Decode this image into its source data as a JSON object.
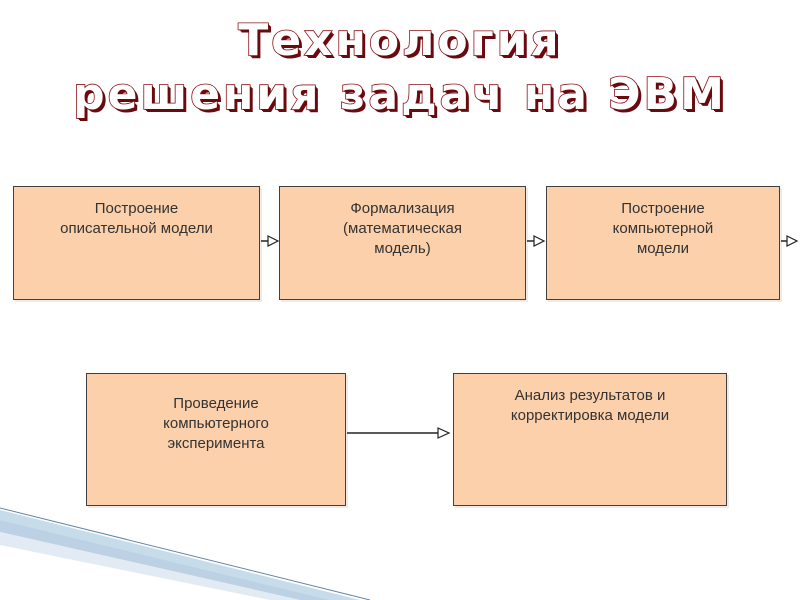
{
  "title": {
    "line1": "Технология",
    "line2": "решения  задач  на ЭВМ"
  },
  "steps": [
    {
      "lines": [
        "Построение",
        "описательной модели"
      ]
    },
    {
      "lines": [
        "Формализация",
        "(математическая",
        "модель)"
      ]
    },
    {
      "lines": [
        "Построение",
        "компьютерной",
        "модели"
      ]
    },
    {
      "lines": [
        "Проведение",
        "компьютерного",
        "эксперимента"
      ]
    },
    {
      "lines": [
        "Анализ результатов и",
        "корректировка модели"
      ]
    }
  ],
  "colors": {
    "box_fill": "#fbd0ab",
    "box_border": "#404040",
    "title_outline": "#8b0f14"
  }
}
